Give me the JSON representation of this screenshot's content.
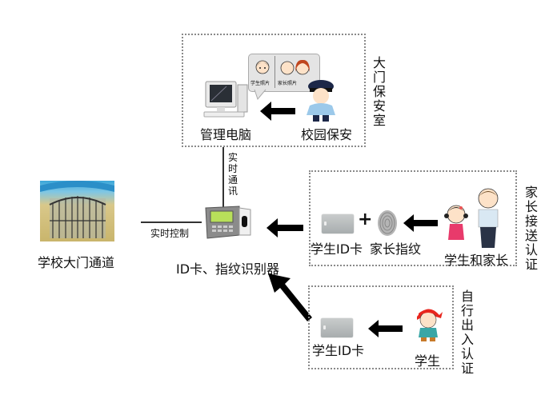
{
  "security_room": {
    "title": "大门保安室",
    "computer_label": "管理电脑",
    "guard_label": "校园保安",
    "bubble": {
      "student_photo_label": "学生照片",
      "parent_photo_label": "家长照片"
    }
  },
  "link_comm": "实时通讯",
  "link_control": "实时控制",
  "gate": {
    "label": "学校大门通道"
  },
  "reader": {
    "label": "ID卡、指纹识别器"
  },
  "parent_auth": {
    "title": "家长接送认证",
    "card_label": "学生ID卡",
    "plus": "+",
    "fingerprint_label": "家长指纹",
    "people_label": "学生和家长"
  },
  "self_auth": {
    "title": "自行出入认证",
    "card_label": "学生ID卡",
    "student_label": "学生"
  }
}
